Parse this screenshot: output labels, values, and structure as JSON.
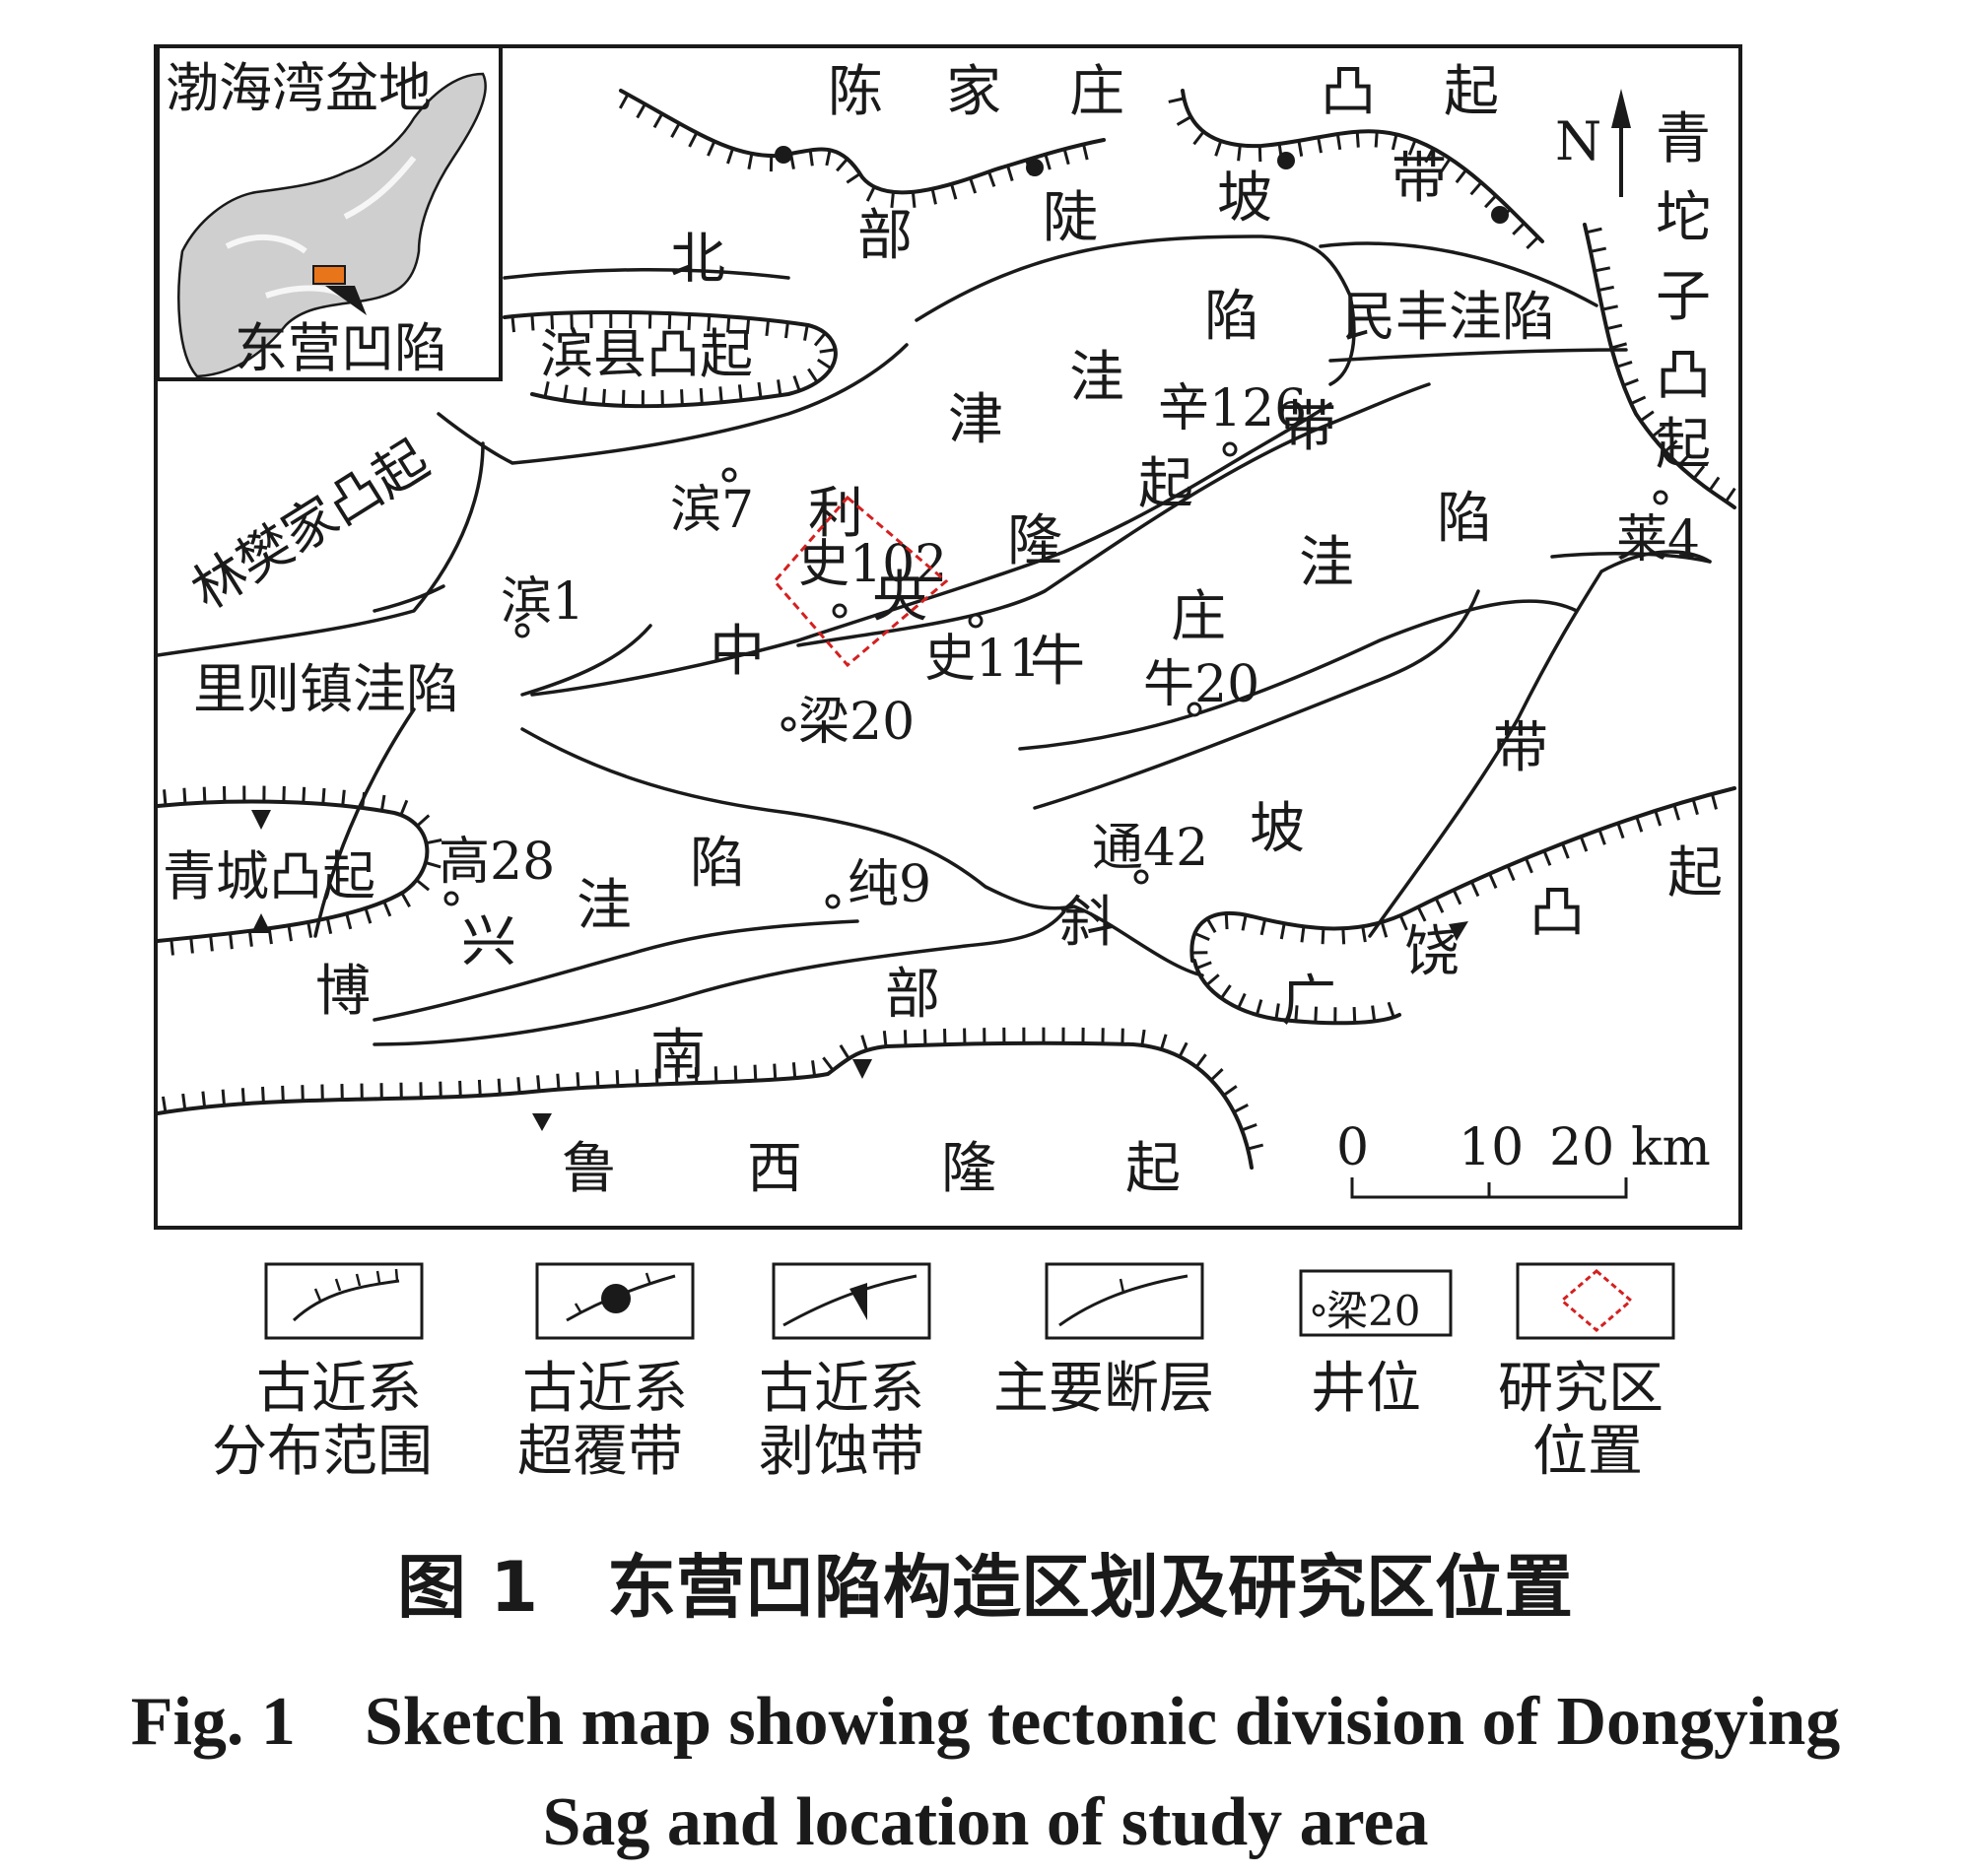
{
  "inset": {
    "title": "渤海湾盆地",
    "sag_label": "东营凹陷"
  },
  "regions": {
    "chenjiazhuang": [
      "陈",
      "家",
      "庄",
      "凸",
      "起"
    ],
    "north_slope": [
      "北",
      "部",
      "陡",
      "坡",
      "带"
    ],
    "qingtuozi": [
      "青",
      "坨",
      "子",
      "凸",
      "起"
    ],
    "binxian": "滨县凸起",
    "minfeng": "民丰洼陷",
    "lijin": [
      "利",
      "津",
      "洼",
      "陷"
    ],
    "linfanjia": "林樊家凸起",
    "lizezhen": "里则镇洼陷",
    "central_uplift": [
      "中",
      "央",
      "隆",
      "起",
      "带"
    ],
    "niuzhuang": [
      "牛",
      "庄",
      "洼",
      "陷"
    ],
    "qingcheng": "青城凸起",
    "boxing": [
      "博",
      "兴",
      "洼",
      "陷"
    ],
    "south_slope": [
      "南",
      "部",
      "斜",
      "坡",
      "带"
    ],
    "guangrao": [
      "广",
      "饶",
      "凸",
      "起"
    ],
    "luxi": [
      "鲁",
      "西",
      "隆",
      "起"
    ]
  },
  "wells": [
    {
      "id": "bin7",
      "label": "滨7"
    },
    {
      "id": "bin1",
      "label": "滨1"
    },
    {
      "id": "shi102",
      "label": "史102"
    },
    {
      "id": "xin126",
      "label": "辛126"
    },
    {
      "id": "shi11",
      "label": "史11"
    },
    {
      "id": "niu20",
      "label": "牛20"
    },
    {
      "id": "liang20",
      "label": "梁20"
    },
    {
      "id": "lai4",
      "label": "莱4"
    },
    {
      "id": "gao28",
      "label": "高28"
    },
    {
      "id": "chun9",
      "label": "纯9"
    },
    {
      "id": "tong42",
      "label": "通42"
    }
  ],
  "north_arrow": "N",
  "scale_bar": {
    "labels": [
      "0",
      "10",
      "20"
    ],
    "unit": "km"
  },
  "legend": [
    {
      "symbol": "paleogene-extent",
      "line1": "古近系",
      "line2": "分布范围"
    },
    {
      "symbol": "overlap-belt",
      "line1": "古近系",
      "line2": "超覆带"
    },
    {
      "symbol": "denudation-belt",
      "line1": "古近系",
      "line2": "剥蚀带"
    },
    {
      "symbol": "main-fault",
      "line1": "主要断层",
      "line2": ""
    },
    {
      "symbol": "well",
      "line1": "井位",
      "line2": "",
      "sample": "梁20"
    },
    {
      "symbol": "study-area",
      "line1": "研究区",
      "line2": "位置"
    }
  ],
  "colors": {
    "ink": "#1a1a1a",
    "study_area": "#d42020",
    "sag_marker": "#e8751a",
    "inset_fill": "#cfcfcf"
  },
  "caption": {
    "cn": "图 1　东营凹陷构造区划及研究区位置",
    "en_line1": "Fig. 1　Sketch map showing tectonic division of Dongying",
    "en_line2": "Sag and location of study area"
  }
}
